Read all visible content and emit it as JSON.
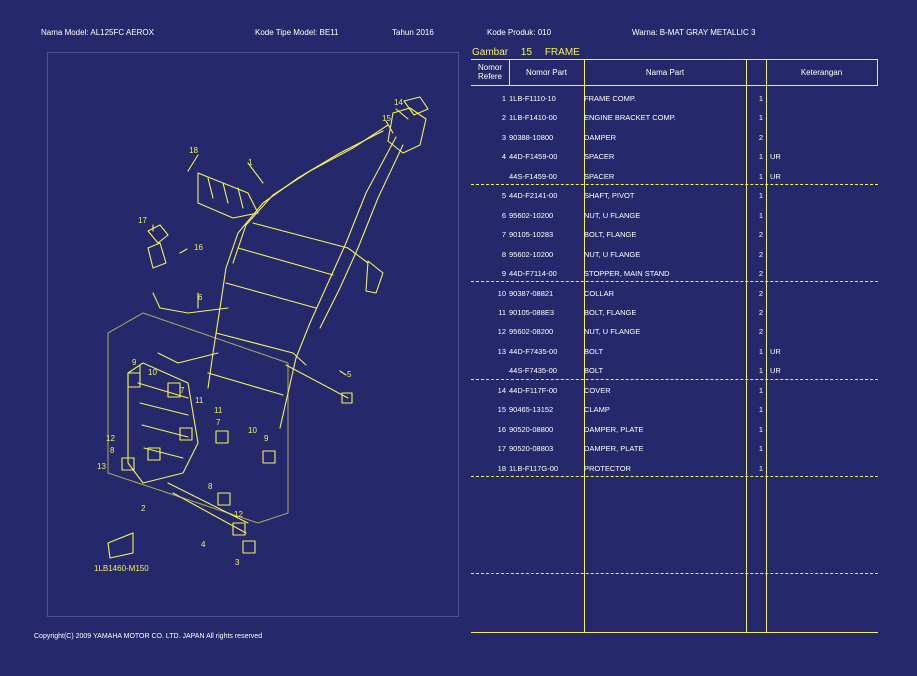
{
  "header": {
    "model_name": "Nama Model:  AL125FC AEROX",
    "model_type_code": "Kode Tipe Model:  BE11",
    "year": "Tahun  2016",
    "product_code": "Kode Produk:  010",
    "color": "Warna:  B-MAT GRAY METALLIC 3"
  },
  "figure": {
    "label": "Gambar",
    "number": "15",
    "name": "FRAME"
  },
  "diagram": {
    "callouts": [
      "1",
      "2",
      "3",
      "4",
      "5",
      "6",
      "7",
      "8",
      "9",
      "10",
      "11",
      "12",
      "13",
      "14",
      "15",
      "16",
      "17",
      "18"
    ],
    "code": "1LB1460-M150"
  },
  "copyright": "Copyright(C) 2009 YAMAHA MOTOR CO. LTD. JAPAN All rights reserved",
  "table": {
    "headers": {
      "ref": "Nomor Refere",
      "part_no": "Nomor Part",
      "part_name": "Nama Part",
      "qty": "",
      "remarks": "Keterangan"
    },
    "rows": [
      {
        "ref": "1",
        "part": "1LB-F1110-10",
        "name": "FRAME COMP.",
        "qty": "1",
        "ket": ""
      },
      {
        "ref": "2",
        "part": "1LB-F1410-00",
        "name": "ENGINE BRACKET COMP.",
        "qty": "1",
        "ket": ""
      },
      {
        "ref": "3",
        "part": "90388-10800",
        "name": "DAMPER",
        "qty": "2",
        "ket": ""
      },
      {
        "ref": "4",
        "part": "44D-F1459-00",
        "name": "SPACER",
        "qty": "1",
        "ket": "UR"
      },
      {
        "ref": "",
        "part": "44S-F1459-00",
        "name": "SPACER",
        "qty": "1",
        "ket": "UR"
      },
      {
        "ref": "5",
        "part": "44D-F2141-00",
        "name": "SHAFT, PIVOT",
        "qty": "1",
        "ket": ""
      },
      {
        "ref": "6",
        "part": "95602-10200",
        "name": "NUT, U FLANGE",
        "qty": "1",
        "ket": ""
      },
      {
        "ref": "7",
        "part": "90105-10283",
        "name": "BOLT, FLANGE",
        "qty": "2",
        "ket": ""
      },
      {
        "ref": "8",
        "part": "95602-10200",
        "name": "NUT, U FLANGE",
        "qty": "2",
        "ket": ""
      },
      {
        "ref": "9",
        "part": "44D-F7114-00",
        "name": "STOPPER, MAIN STAND",
        "qty": "2",
        "ket": ""
      },
      {
        "ref": "10",
        "part": "90387-08821",
        "name": "COLLAR",
        "qty": "2",
        "ket": ""
      },
      {
        "ref": "11",
        "part": "90105-088E3",
        "name": "BOLT, FLANGE",
        "qty": "2",
        "ket": ""
      },
      {
        "ref": "12",
        "part": "95602-08200",
        "name": "NUT, U FLANGE",
        "qty": "2",
        "ket": ""
      },
      {
        "ref": "13",
        "part": "44D-F7435-00",
        "name": "BOLT",
        "qty": "1",
        "ket": "UR"
      },
      {
        "ref": "",
        "part": "44S-F7435-00",
        "name": "BOLT",
        "qty": "1",
        "ket": "UR"
      },
      {
        "ref": "14",
        "part": "44D-F117F-00",
        "name": "COVER",
        "qty": "1",
        "ket": ""
      },
      {
        "ref": "15",
        "part": "90465-13152",
        "name": "CLAMP",
        "qty": "1",
        "ket": ""
      },
      {
        "ref": "16",
        "part": "90520-08800",
        "name": "DAMPER, PLATE",
        "qty": "1",
        "ket": ""
      },
      {
        "ref": "17",
        "part": "90520-08803",
        "name": "DAMPER, PLATE",
        "qty": "1",
        "ket": ""
      },
      {
        "ref": "18",
        "part": "1LB-F117G-00",
        "name": "PROTECTOR",
        "qty": "1",
        "ket": ""
      }
    ]
  },
  "colors": {
    "background": "#25286a",
    "accent": "#f2f25a",
    "text": "#ffffff"
  }
}
